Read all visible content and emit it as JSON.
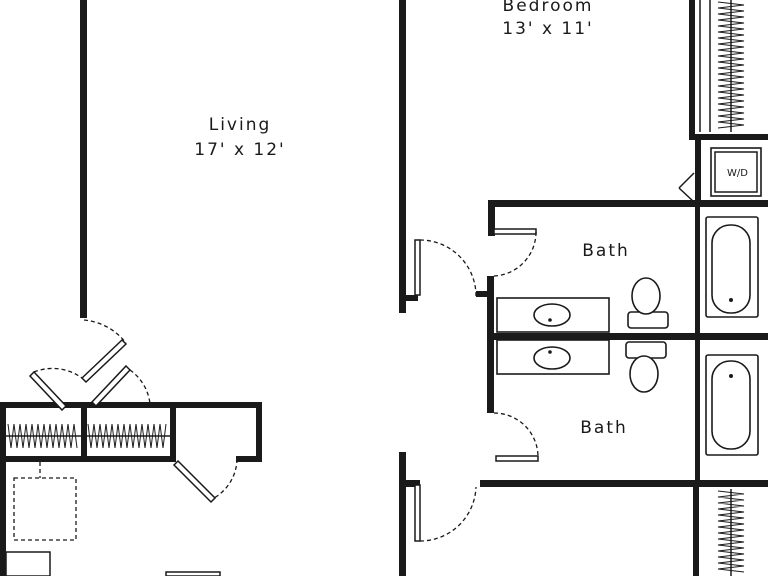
{
  "rooms": {
    "bedroom": {
      "name": "Bedroom",
      "size": "13' x 11'"
    },
    "living": {
      "name": "Living",
      "size": "17' x 12'"
    },
    "bath_upper": {
      "name": "Bath"
    },
    "bath_lower": {
      "name": "Bath"
    }
  },
  "appliances": {
    "washer_dryer": "W/D"
  }
}
